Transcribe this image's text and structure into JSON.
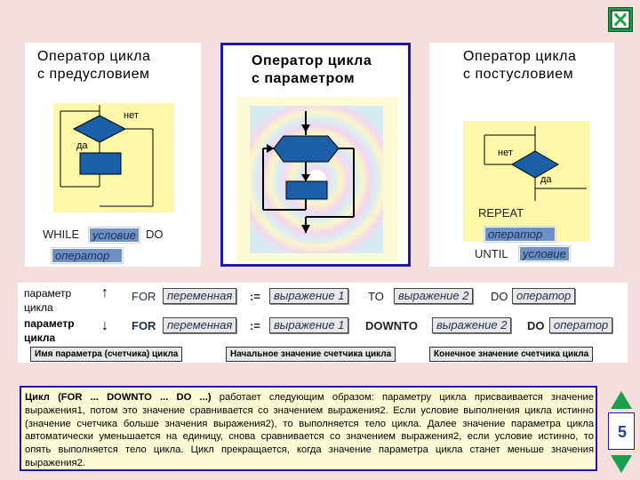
{
  "panels": {
    "left_title": "Оператор цикла\nс предусловием",
    "center_title": "Оператор цикла\nс параметром",
    "right_title": "Оператор цикла\nс постусловием"
  },
  "flow": {
    "net_top": "нет",
    "da_left": "да",
    "net_right": "нет",
    "da_right": "да"
  },
  "while": {
    "keyword": "WHILE",
    "condition": "условие",
    "do": "DO",
    "operator": "оператор"
  },
  "repeat": {
    "keyword": "REPEAT",
    "operator": "оператор",
    "until": "UNTIL",
    "condition": "условие"
  },
  "for": {
    "left_label_top": "параметр\nцикла",
    "left_label_bottom": "параметр\nцикла",
    "row1": {
      "for": "FOR",
      "variable": "переменная",
      "assign": ":=",
      "expr1": "выражение 1",
      "to": "TO",
      "expr2": "выражение 2",
      "do": "DO",
      "operator": "оператор"
    },
    "row2": {
      "for": "FOR",
      "variable": "переменная",
      "assign": ":=",
      "expr1": "выражение 1",
      "downto": "DOWNTO",
      "expr2": "выражение 2",
      "do": "DO",
      "operator": "оператор"
    },
    "label_param": "Имя параметра (счетчика) цикла",
    "label_start": "Начальное значение счетчика цикла",
    "label_end": "Конечное значение счетчика цикла"
  },
  "description": {
    "bold": "Цикл (FOR ... DOWNTO ... DO ...)",
    "text": " работает следующим образом: параметру цикла присваивается значение выражения1, потом это значение сравнивается со значением выражения2. Если условие выполнения цикла истинно (значение счетчика больше значения выражения2), то выполняется тело цикла. Далее значение параметра цикла автоматически уменьшается на единицу, снова сравнивается со значением выражения2, если условие истинно, то опять выполняется тело цикла. Цикл прекращается, когда значение параметра цикла станет меньше значения выражения2."
  },
  "nav": {
    "page_number": "5"
  },
  "colors": {
    "background": "#f5dede",
    "yellow": "#fdf9a8",
    "blue_fill": "#1a5fa8",
    "tag_blue": "#6d91c4",
    "frame_blue": "#1b1ba8"
  }
}
